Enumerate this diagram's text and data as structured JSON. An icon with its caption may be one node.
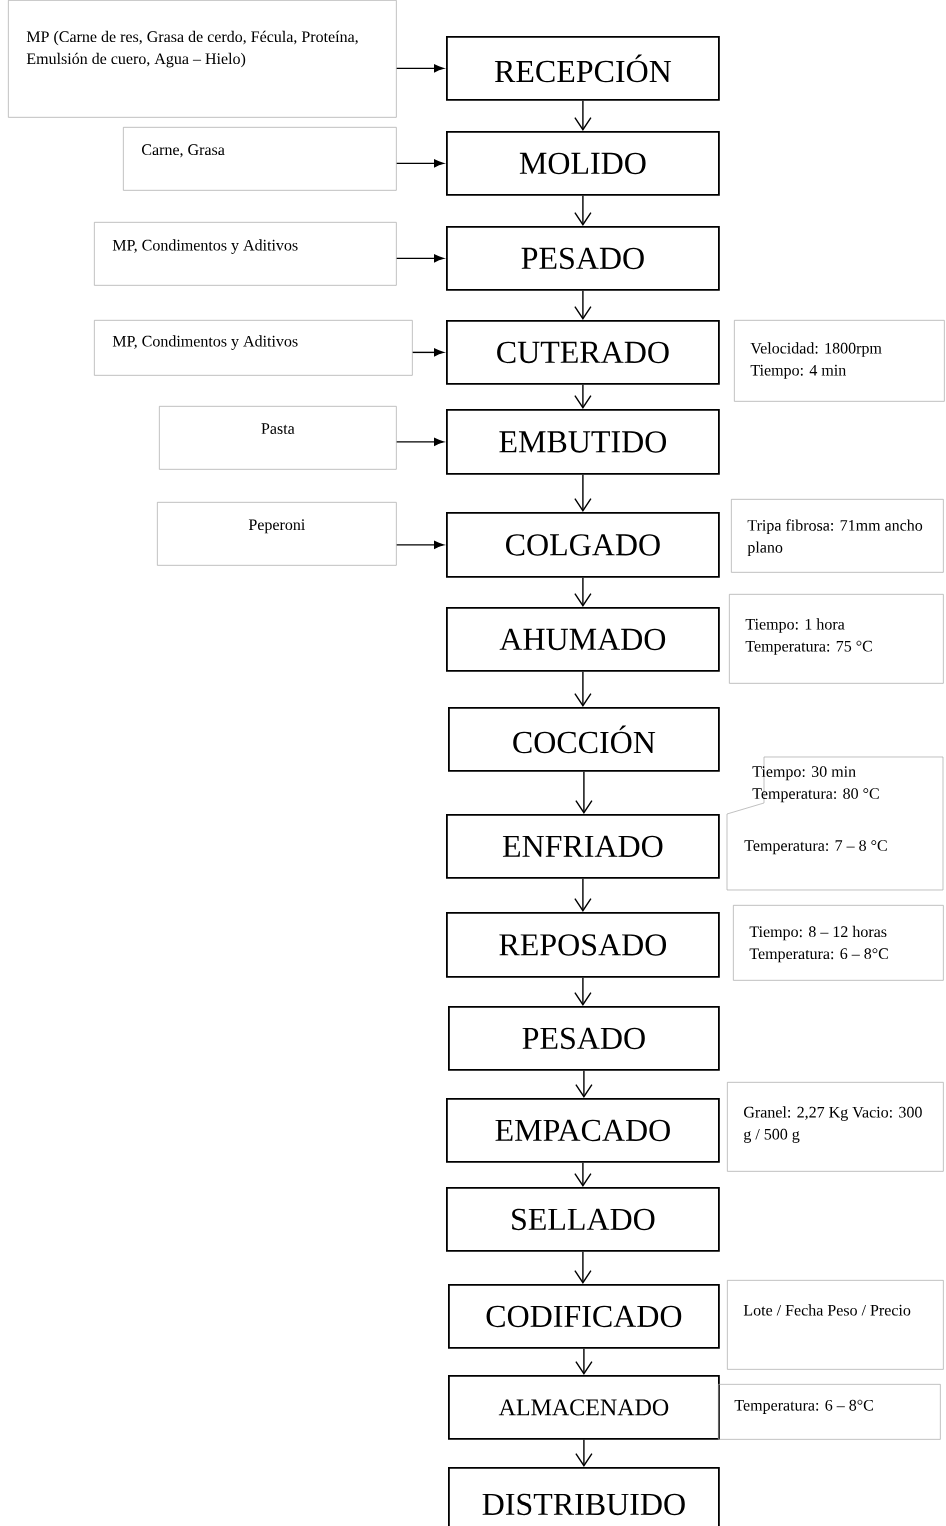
{
  "diagram": {
    "nodes": [
      {
        "text": [
          "MP  (Carne de res,  Grasa de cerdo, Fécula, Proteína, Emulsión de cuero, Agua – Hielo)"
        ]
      },
      {
        "text": [
          "RECEPCIÓN"
        ]
      },
      {
        "text": [
          "Carne, Grasa"
        ]
      },
      {
        "text": [
          "MOLIDO"
        ]
      },
      {
        "text": [
          "MP, Condimentos y Aditivos"
        ]
      },
      {
        "text": [
          "PESADO"
        ]
      },
      {
        "text": [
          "MP, Condimentos y Aditivos"
        ]
      },
      {
        "text": [
          "CUTERADO"
        ]
      },
      {
        "text": [
          "Velocidad: 1800rpm Tiempo: 4 min"
        ]
      },
      {
        "text": [
          "Pasta"
        ]
      },
      {
        "text": [
          "EMBUTIDO"
        ]
      },
      {
        "text": [
          "Peperoni"
        ]
      },
      {
        "text": [
          "COLGADO"
        ]
      },
      {
        "text": [
          "Tripa fibrosa: 71mm ancho plano"
        ]
      },
      {
        "text": [
          "AHUMADO"
        ]
      },
      {
        "text": [
          "Tiempo: 1 hora Temperatura: 75 °C"
        ]
      },
      {
        "text": [
          "COCCIÓN"
        ]
      },
      {
        "text": [
          "Tiempo: 30 min Temperatura: 80 °C",
          "Temperatura: 7 – 8 °C"
        ]
      },
      {
        "text": [
          "ENFRIADO"
        ]
      },
      {
        "text": [
          "REPOSADO"
        ]
      },
      {
        "text": [
          "Tiempo: 8 – 12 horas Temperatura: 6 – 8°C"
        ]
      },
      {
        "text": [
          "PESADO"
        ]
      },
      {
        "text": [
          "EMPACADO"
        ]
      },
      {
        "text": [
          "Granel: 2,27 Kg Vacio: 300 g / 500 g"
        ]
      },
      {
        "text": [
          "SELLADO"
        ]
      },
      {
        "text": [
          "CODIFICADO"
        ]
      },
      {
        "text": [
          "Lote / Fecha Peso / Precio"
        ]
      },
      {
        "text": [
          "ALMACENADO"
        ]
      },
      {
        "text": [
          "Temperatura: 6 – 8°C"
        ]
      },
      {
        "text": [
          "DISTRIBUIDO"
        ]
      }
    ],
    "edges": [
      {
        "from": 0,
        "to": 1,
        "arrow": "to"
      },
      {
        "from": 1,
        "to": 3,
        "arrow": "to"
      },
      {
        "from": 2,
        "to": 3,
        "arrow": "to"
      },
      {
        "from": 3,
        "to": 5,
        "arrow": "to"
      },
      {
        "from": 4,
        "to": 5,
        "arrow": "to"
      },
      {
        "from": 5,
        "to": 7,
        "arrow": "to"
      },
      {
        "from": 6,
        "to": 7,
        "arrow": "to"
      },
      {
        "from": 7,
        "to": 10,
        "arrow": "to"
      },
      {
        "from": 9,
        "to": 10,
        "arrow": "to"
      },
      {
        "from": 10,
        "to": 12,
        "arrow": "to"
      },
      {
        "from": 11,
        "to": 12,
        "arrow": "to"
      },
      {
        "from": 12,
        "to": 14,
        "arrow": "to"
      },
      {
        "from": 14,
        "to": 16,
        "arrow": "to"
      },
      {
        "from": 16,
        "to": 18,
        "arrow": "to"
      },
      {
        "from": 18,
        "to": 19,
        "arrow": "to"
      },
      {
        "from": 19,
        "to": 21,
        "arrow": "to"
      },
      {
        "from": 21,
        "to": 22,
        "arrow": "to"
      },
      {
        "from": 22,
        "to": 24,
        "arrow": "to"
      },
      {
        "from": 24,
        "to": 25,
        "arrow": "to"
      },
      {
        "from": 25,
        "to": 27,
        "arrow": "to"
      },
      {
        "from": 27,
        "to": 29,
        "arrow": "to"
      }
    ]
  }
}
